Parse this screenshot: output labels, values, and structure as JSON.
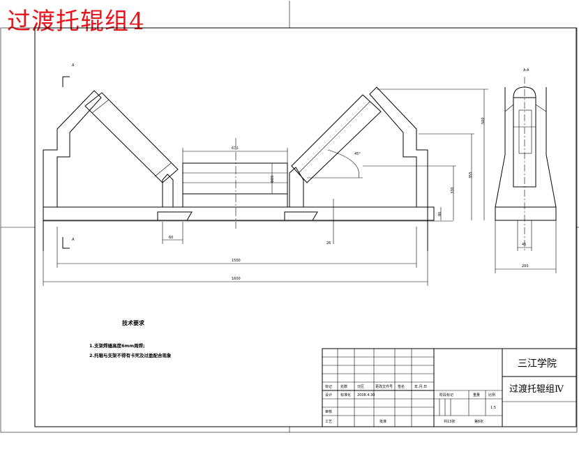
{
  "heading": "过渡托辊组4",
  "section_marks": {
    "top": "A",
    "bottom": "A",
    "side": "A-A"
  },
  "dimensions": {
    "top_span": "670",
    "roller_dia": "Φ89",
    "angle": "45°",
    "height_right": "500",
    "height_mid": "355",
    "height_low": "330",
    "base_h": "80",
    "foot_w": "60",
    "small": "26",
    "inner_len": "1500",
    "overall_len": "1600",
    "side_w": "45",
    "side_base": "200"
  },
  "technical_notes": {
    "title": "技术要求",
    "items": [
      "1.支架焊缝高度6mm周焊;",
      "2.托辊与支架不得有卡死及过盈配合现象"
    ]
  },
  "title_block": {
    "school": "三江学院",
    "drawing_name": "过渡托辊组Ⅳ",
    "row_labels": [
      "标记",
      "处数",
      "分区",
      "更改文件号",
      "签名",
      "年.月.日"
    ],
    "design": "设计",
    "design_name": "标准化",
    "date_sample": "2008.4.30",
    "approve": "审核",
    "craft": "工艺",
    "check": "批准",
    "stage_label": "阶段标记",
    "weight": "重量",
    "scale_label": "比例",
    "scale_value": "1:5",
    "sheets_total": "共13张",
    "sheet_no": "第6张"
  }
}
